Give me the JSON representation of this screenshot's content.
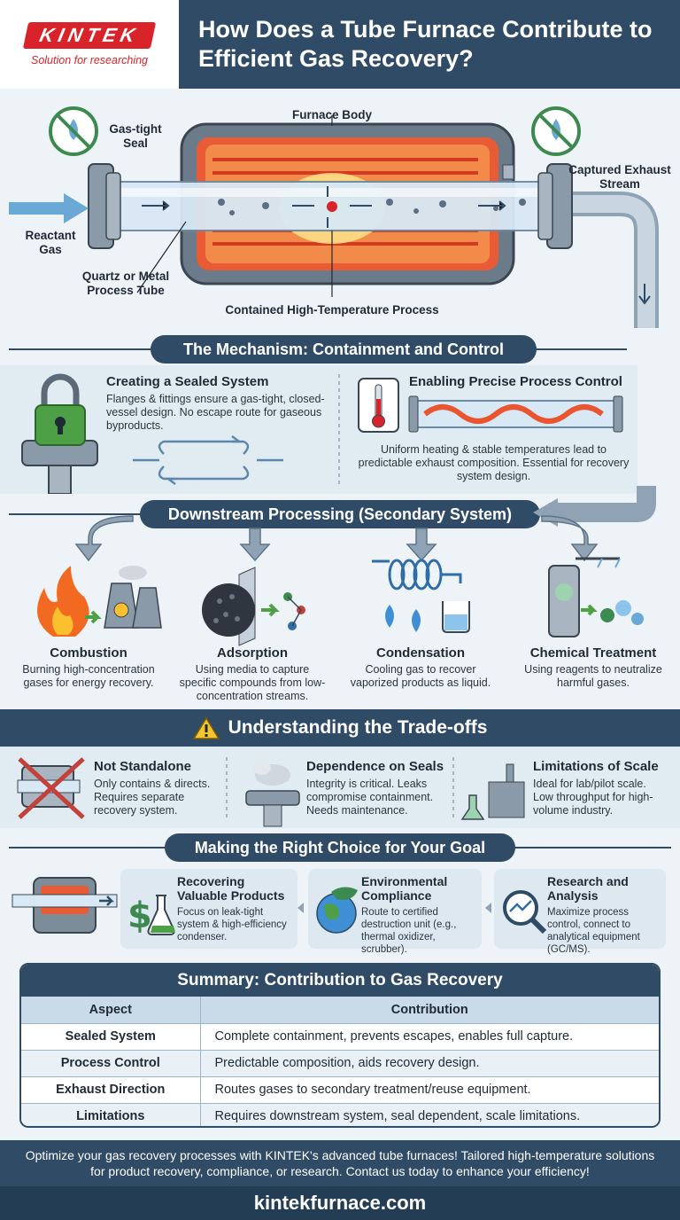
{
  "header": {
    "logo_text": "KINTEK",
    "logo_tagline": "Solution for researching",
    "title": "How Does a Tube Furnace Contribute to Efficient Gas Recovery?"
  },
  "diagram": {
    "furnace_body": "Furnace Body",
    "gas_tight_seal": "Gas-tight Seal",
    "captured_exhaust": "Captured Exhaust Stream",
    "reactant_gas": "Reactant Gas",
    "process_tube": "Quartz or Metal Process Tube",
    "contained_process": "Contained High-Temperature Process"
  },
  "mechanism": {
    "title": "The Mechanism: Containment and Control",
    "sealed_title": "Creating a Sealed System",
    "sealed_desc": "Flanges & fittings ensure a gas-tight, closed-vessel design. No escape route for gaseous byproducts.",
    "control_title": "Enabling Precise Process Control",
    "control_desc": "Uniform heating & stable temperatures lead to predictable exhaust composition. Essential for recovery system design."
  },
  "downstream": {
    "title": "Downstream Processing (Secondary System)",
    "items": [
      {
        "title": "Combustion",
        "desc": "Burning high-concentration gases for energy recovery."
      },
      {
        "title": "Adsorption",
        "desc": "Using media to capture specific compounds from low-concentration streams."
      },
      {
        "title": "Condensation",
        "desc": "Cooling gas to recover vaporized products as liquid."
      },
      {
        "title": "Chemical Treatment",
        "desc": "Using reagents to neutralize harmful gases."
      }
    ]
  },
  "tradeoffs": {
    "title": "Understanding the Trade-offs",
    "items": [
      {
        "title": "Not Standalone",
        "desc": "Only contains & directs. Requires separate recovery system."
      },
      {
        "title": "Dependence on Seals",
        "desc": "Integrity is critical. Leaks compromise containment. Needs maintenance."
      },
      {
        "title": "Limitations of Scale",
        "desc": "Ideal for lab/pilot scale. Low throughput for high-volume industry."
      }
    ]
  },
  "choice": {
    "title": "Making the Right Choice for Your Goal",
    "items": [
      {
        "title": "Recovering Valuable Products",
        "desc": "Focus on leak-tight system & high-efficiency condenser."
      },
      {
        "title": "Environmental Compliance",
        "desc": "Route to certified destruction unit (e.g., thermal oxidizer, scrubber)."
      },
      {
        "title": "Research and Analysis",
        "desc": "Maximize process control, connect to analytical equipment (GC/MS)."
      }
    ]
  },
  "summary": {
    "title": "Summary: Contribution to Gas Recovery",
    "col_aspect": "Aspect",
    "col_contribution": "Contribution",
    "rows": [
      {
        "aspect": "Sealed System",
        "contribution": "Complete containment, prevents escapes, enables full capture."
      },
      {
        "aspect": "Process Control",
        "contribution": "Predictable composition, aids recovery design."
      },
      {
        "aspect": "Exhaust Direction",
        "contribution": "Routes gases to secondary treatment/reuse equipment."
      },
      {
        "aspect": "Limitations",
        "contribution": "Requires downstream system, seal dependent, scale limitations."
      }
    ]
  },
  "footer": {
    "text": "Optimize your gas recovery processes with KINTEK's advanced tube furnaces! Tailored high-temperature solutions for product recovery, compliance, or research. Contact us today to enhance your efficiency!",
    "url": "kintekfurnace.com"
  },
  "colors": {
    "navy": "#2f4b66",
    "brand_red": "#d8232a",
    "panel": "#e1ebf2",
    "heat": "#e8552f"
  }
}
